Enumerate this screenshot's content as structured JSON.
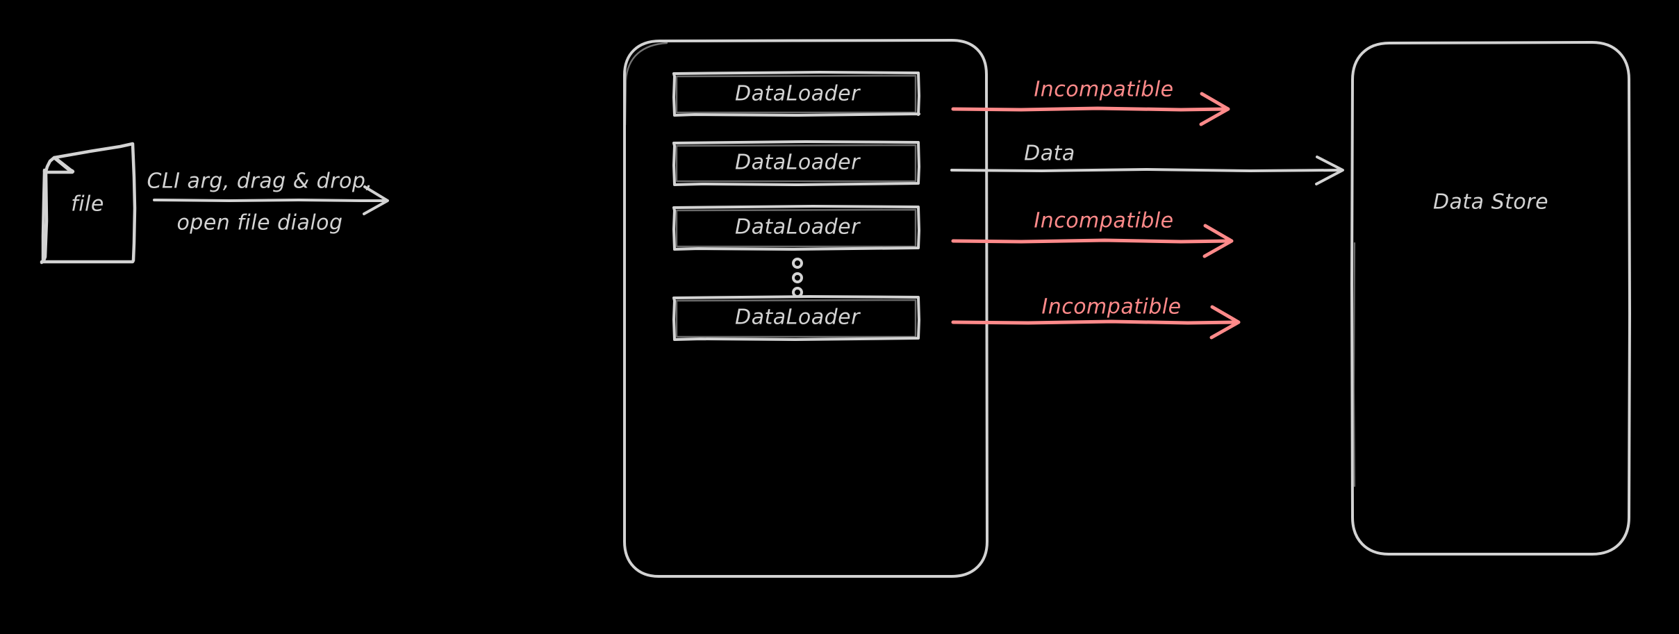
{
  "diagram": {
    "title": "DataLoader pipeline to Data Store",
    "background_color": "#000000",
    "stroke_color": "#d3d3d3",
    "accent_color": "#ff8a8a",
    "style": "hand-drawn"
  },
  "source": {
    "node_label": "file",
    "icon_name": "file-document-icon"
  },
  "ingest_arrow": {
    "label_line1": "CLI arg, drag & drop,",
    "label_line2": "open file dialog",
    "color": "#d3d3d3"
  },
  "loader_group": {
    "container_name": "dataloader-container",
    "ellipsis_name": "vertical-ellipsis",
    "ellipsis_dots": 3,
    "loaders": [
      {
        "label": "DataLoader"
      },
      {
        "label": "DataLoader"
      },
      {
        "label": "DataLoader"
      },
      {
        "label": "DataLoader"
      }
    ]
  },
  "edges": [
    {
      "label": "Incompatible",
      "color": "#ff8a8a",
      "status": "incompatible",
      "from": "dataloader-1",
      "to": "data-store"
    },
    {
      "label": "Data",
      "color": "#d3d3d3",
      "status": "ok",
      "from": "dataloader-2",
      "to": "data-store"
    },
    {
      "label": "Incompatible",
      "color": "#ff8a8a",
      "status": "incompatible",
      "from": "dataloader-3",
      "to": "data-store"
    },
    {
      "label": "Incompatible",
      "color": "#ff8a8a",
      "status": "incompatible",
      "from": "dataloader-4",
      "to": "data-store"
    }
  ],
  "sink": {
    "node_label": "Data Store"
  }
}
